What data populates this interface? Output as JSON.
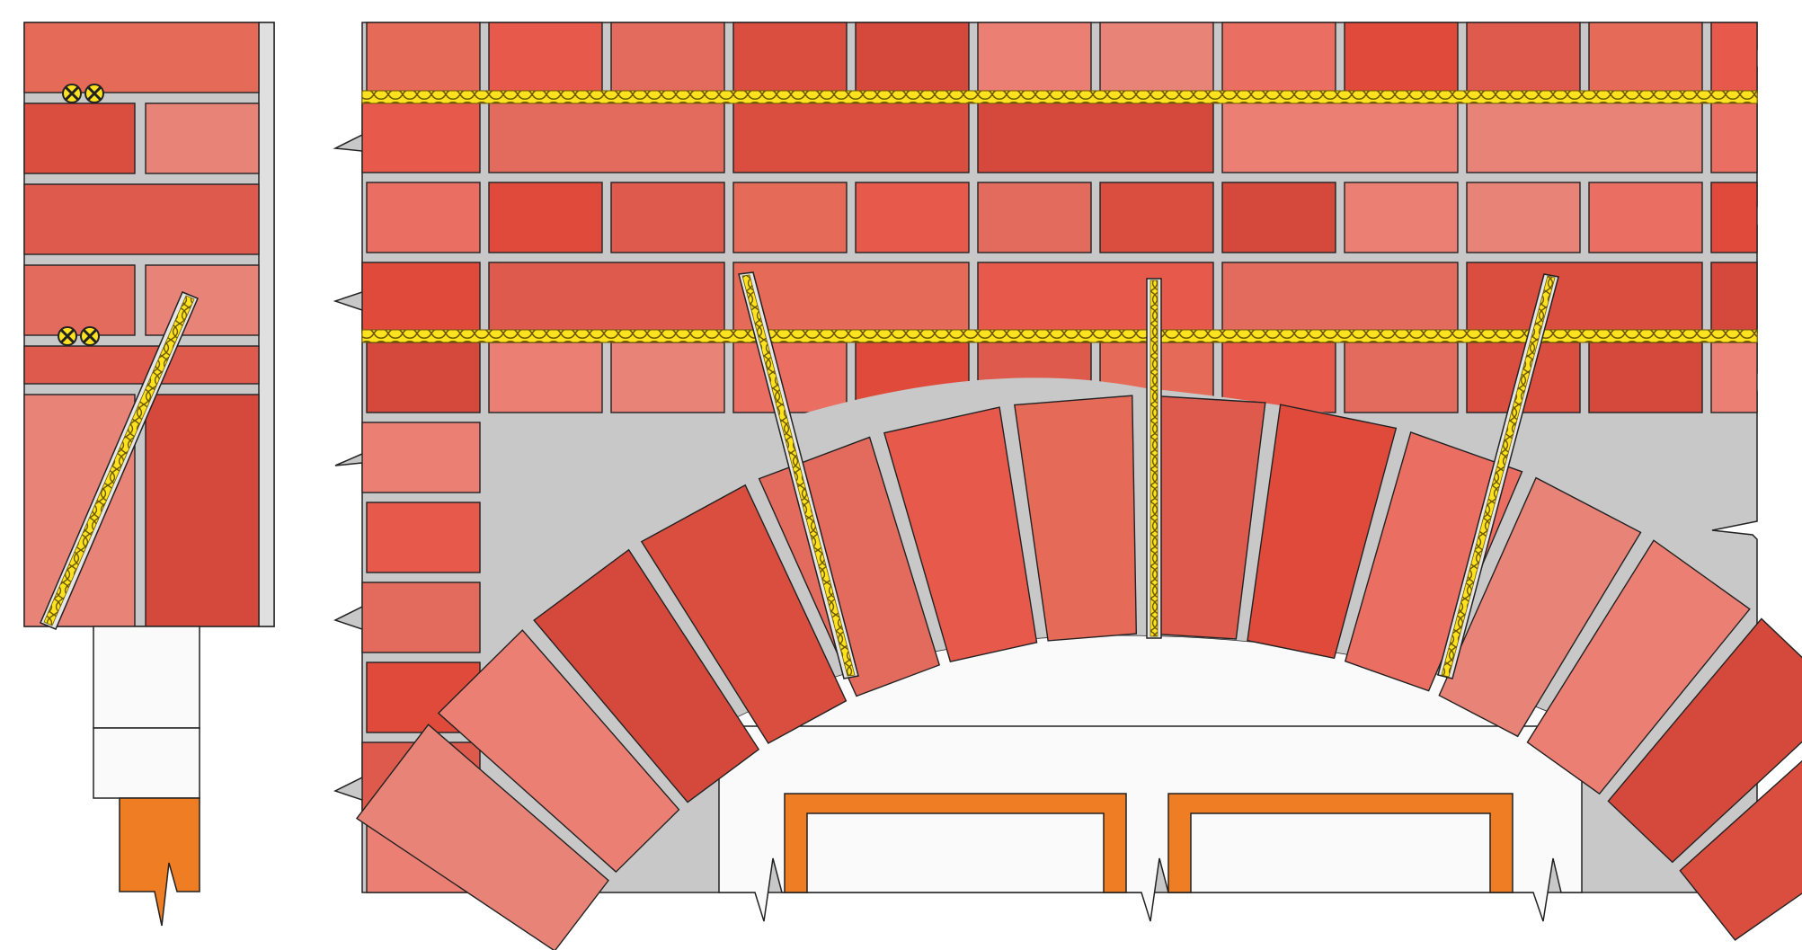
{
  "diagram": {
    "title": "",
    "description_labels": [],
    "colors": {
      "mortar": "#c8c8c8",
      "outline": "#222222",
      "tie_yellow": "#ffe21f",
      "tie_dark": "#6b5a00",
      "rod_sleeve": "#e6e6e6",
      "steel_orange": "#ef7d23",
      "concrete": "#fafafa",
      "brick_palette": [
        "#e56a57",
        "#d94e3e",
        "#e88378",
        "#dd5a4d",
        "#e26b5e",
        "#ec7f73",
        "#e04a3b",
        "#e7594a",
        "#d4493b",
        "#eb6e62"
      ]
    },
    "components": [
      {
        "name": "section-view",
        "kind": "vertical section through wall"
      },
      {
        "name": "elevation-view",
        "kind": "brick wall elevation with arch"
      },
      {
        "name": "bed-joint-reinforcement",
        "count": 2,
        "icon": "twisted-tie"
      },
      {
        "name": "helical-tie-rod",
        "count": 3,
        "icon": "helical-bar"
      },
      {
        "name": "arch-voussoirs",
        "count": 14
      },
      {
        "name": "concrete-lintel",
        "count": 1
      },
      {
        "name": "steel-frame",
        "count": 2
      }
    ]
  }
}
